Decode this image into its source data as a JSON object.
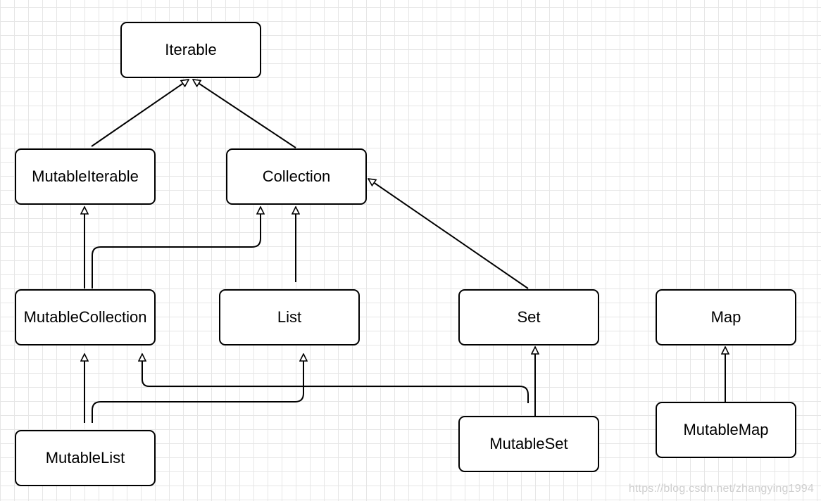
{
  "nodes": {
    "iterable": "Iterable",
    "mutable_iterable": "MutableIterable",
    "collection": "Collection",
    "mutable_collection": "MutableCollection",
    "list": "List",
    "set": "Set",
    "map": "Map",
    "mutable_list": "MutableList",
    "mutable_set": "MutableSet",
    "mutable_map": "MutableMap"
  },
  "edges": [
    {
      "from": "MutableIterable",
      "to": "Iterable"
    },
    {
      "from": "Collection",
      "to": "Iterable"
    },
    {
      "from": "MutableCollection",
      "to": "MutableIterable"
    },
    {
      "from": "MutableCollection",
      "to": "Collection"
    },
    {
      "from": "List",
      "to": "Collection"
    },
    {
      "from": "Set",
      "to": "Collection"
    },
    {
      "from": "MutableList",
      "to": "MutableCollection"
    },
    {
      "from": "MutableList",
      "to": "List"
    },
    {
      "from": "MutableSet",
      "to": "MutableCollection"
    },
    {
      "from": "MutableSet",
      "to": "Set"
    },
    {
      "from": "MutableMap",
      "to": "Map"
    }
  ],
  "watermark": "https://blog.csdn.net/zhangying1994"
}
